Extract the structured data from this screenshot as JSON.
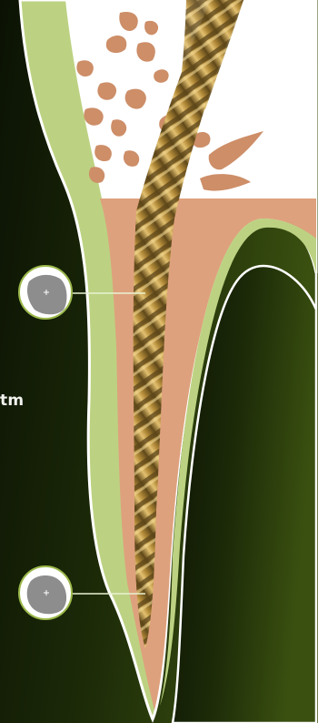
{
  "labels": {
    "side_text": "tm"
  },
  "colors": {
    "background_dark": "#0b1204",
    "background_green": "#33460d",
    "tooth_outline": "#ffffff",
    "enamel_green": "#bcd282",
    "pulp_salmon": "#dea17d",
    "chip_copper": "#cd8e68",
    "file_gold": "#c9a24a",
    "file_dark": "#6e5420",
    "cross_section_grey": "#8d8d8d"
  },
  "callouts": [
    {
      "name": "upper-file-cross-section"
    },
    {
      "name": "lower-file-cross-section"
    }
  ]
}
